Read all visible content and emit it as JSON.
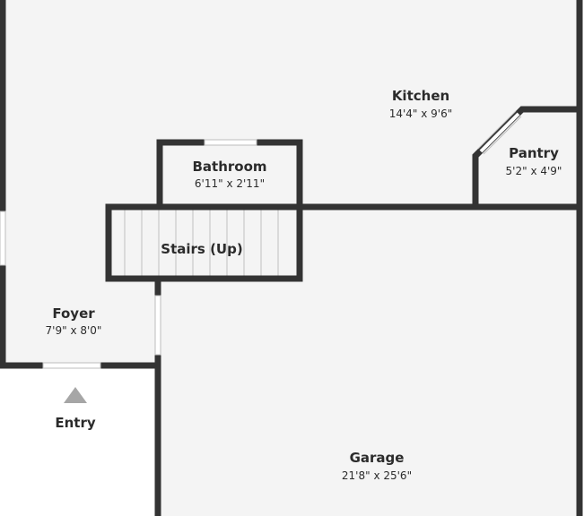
{
  "colors": {
    "wall": "#333333",
    "floor": "#f4f4f4",
    "outside": "#ffffff",
    "window": "#ffffff",
    "stair_line": "#c8c8c8",
    "marker": "#a6a6a6"
  },
  "rooms": {
    "kitchen": {
      "name": "Kitchen",
      "dims": "14'4\" x 9'6\""
    },
    "pantry": {
      "name": "Pantry",
      "dims": "5'2\" x 4'9\""
    },
    "bathroom": {
      "name": "Bathroom",
      "dims": "6'11\" x 2'11\""
    },
    "stairs": {
      "name": "Stairs (Up)"
    },
    "foyer": {
      "name": "Foyer",
      "dims": "7'9\" x 8'0\""
    },
    "entry": {
      "name": "Entry"
    },
    "garage": {
      "name": "Garage",
      "dims": "21'8\" x 25'6\""
    }
  }
}
